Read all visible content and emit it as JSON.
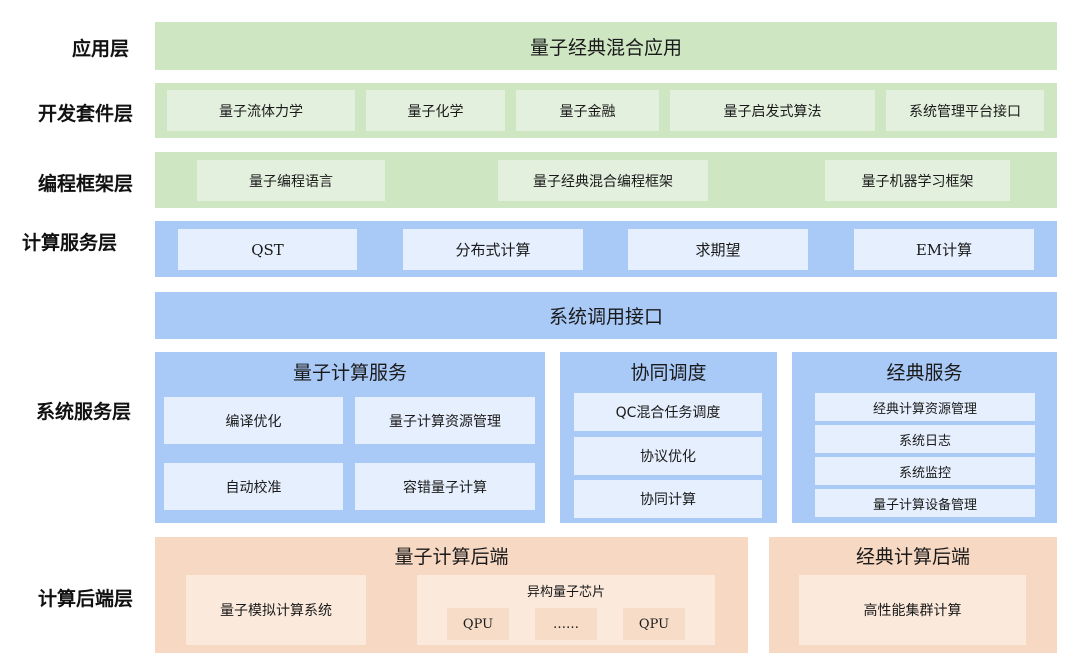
{
  "layers": {
    "application": "应用层",
    "dev_kit": "开发套件层",
    "framework": "编程框架层",
    "compute_service": "计算服务层",
    "system_service": "系统服务层",
    "backend": "计算后端层"
  },
  "application": {
    "title": "量子经典混合应用"
  },
  "dev_kit": {
    "items": [
      "量子流体力学",
      "量子化学",
      "量子金融",
      "量子启发式算法",
      "系统管理平台接口"
    ]
  },
  "framework": {
    "items": [
      "量子编程语言",
      "量子经典混合编程框架",
      "量子机器学习框架"
    ]
  },
  "compute_service": {
    "items": [
      "QST",
      "分布式计算",
      "求期望",
      "EM计算"
    ]
  },
  "system_call": {
    "title": "系统调用接口"
  },
  "quantum_service": {
    "title": "量子计算服务",
    "items": [
      "编译优化",
      "量子计算资源管理",
      "自动校准",
      "容错量子计算"
    ]
  },
  "coordination": {
    "title": "协同调度",
    "items": [
      "QC混合任务调度",
      "协议优化",
      "协同计算"
    ]
  },
  "classical_service": {
    "title": "经典服务",
    "items": [
      "经典计算资源管理",
      "系统日志",
      "系统监控",
      "量子计算设备管理"
    ]
  },
  "quantum_backend": {
    "title": "量子计算后端",
    "simulator": "量子模拟计算系统",
    "chip_title": "异构量子芯片",
    "chips": [
      "QPU",
      "……",
      "QPU"
    ]
  },
  "classical_backend": {
    "title": "经典计算后端",
    "hpc": "高性能集群计算"
  }
}
